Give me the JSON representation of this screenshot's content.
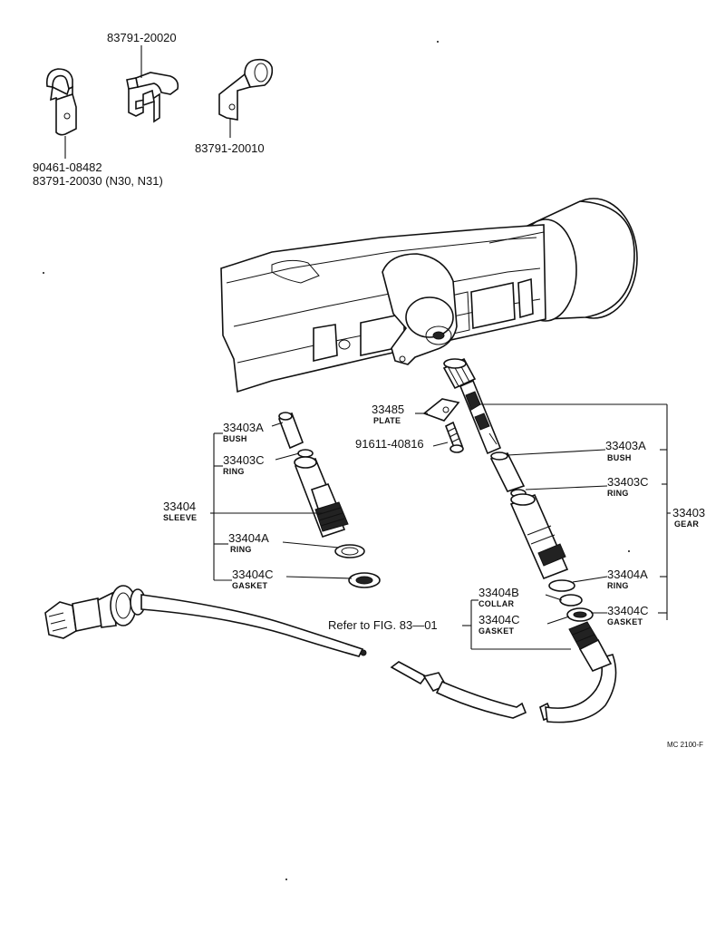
{
  "diagram_code": "MC 2100-F",
  "clips": {
    "clip_a_number": "83791-20020",
    "clip_b_number": "83791-20010",
    "clip_c_number_1": "90461-08482",
    "clip_c_number_2": "83791-20030 (N30, N31)"
  },
  "plate": {
    "number": "33485",
    "name": "PLATE"
  },
  "bolt": {
    "number": "91611-40816"
  },
  "sleeve_group": {
    "bush": {
      "number": "33403A",
      "name": "BUSH"
    },
    "ring": {
      "number": "33403C",
      "name": "RING"
    },
    "sleeve": {
      "number": "33404",
      "name": "SLEEVE"
    },
    "ring2": {
      "number": "33404A",
      "name": "RING"
    },
    "gasket": {
      "number": "33404C",
      "name": "GASKET"
    }
  },
  "gear_group": {
    "bush": {
      "number": "33403A",
      "name": "BUSH"
    },
    "ring": {
      "number": "33403C",
      "name": "RING"
    },
    "gear": {
      "number": "33403",
      "name": "GEAR"
    },
    "ring2": {
      "number": "33404A",
      "name": "RING"
    },
    "gasket": {
      "number": "33404C",
      "name": "GASKET"
    }
  },
  "collar_group": {
    "collar": {
      "number": "33404B",
      "name": "COLLAR"
    },
    "gasket": {
      "number": "33404C",
      "name": "GASKET"
    }
  },
  "reference": "Refer to FIG. 83—01"
}
